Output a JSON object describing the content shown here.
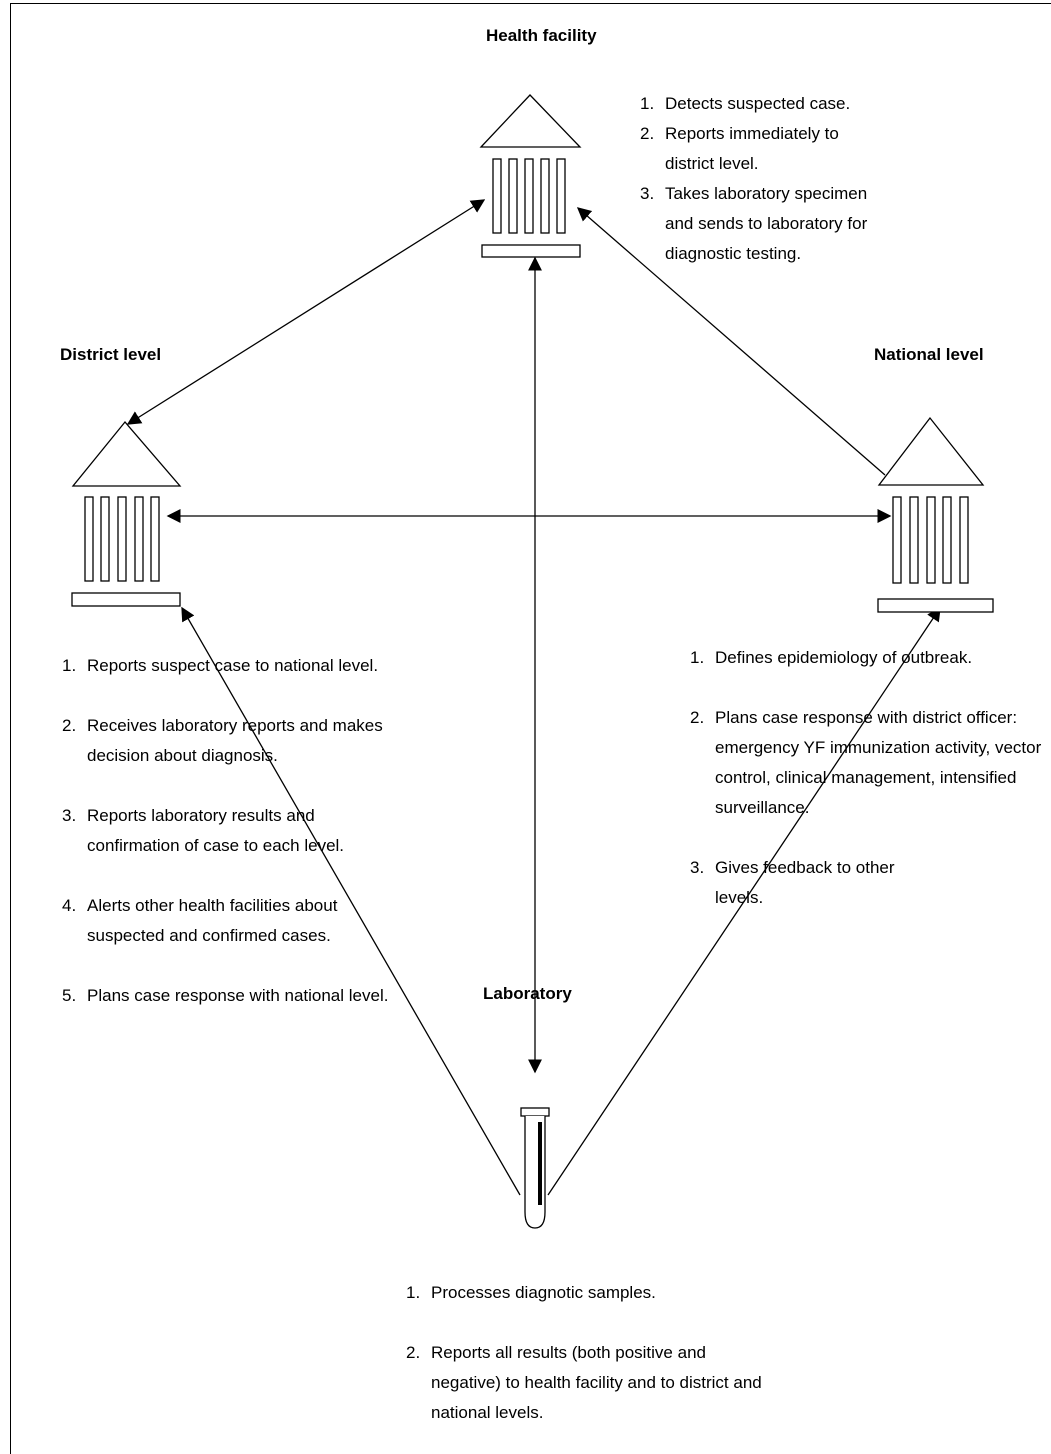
{
  "nodes": {
    "health_facility": {
      "title": "Health facility",
      "icon": "building-icon",
      "steps": [
        "Detects suspected case.",
        "Reports immediately to district level.",
        "Takes laboratory specimen and sends to laboratory for diagnostic testing."
      ]
    },
    "district": {
      "title": "District level",
      "icon": "building-icon",
      "steps": [
        "Reports suspect case to national level.",
        "Receives laboratory reports and makes decision about diagnosis.",
        "Reports laboratory results and confirmation of case to each level.",
        "Alerts other health facilities about suspected and confirmed cases.",
        "Plans case response with national level."
      ]
    },
    "national": {
      "title": "National level",
      "icon": "building-icon",
      "steps": [
        "Defines epidemiology of outbreak.",
        "Plans case response with district officer: emergency YF immunization activity, vector control, clinical management, intensified surveillance.",
        "Gives feedback to other levels."
      ]
    },
    "laboratory": {
      "title": "Laboratory",
      "icon": "test-tube-icon",
      "steps": [
        "Processes diagnotic samples.",
        "Reports all results (both positive and negative) to health facility and to district and national levels."
      ]
    }
  },
  "connections": [
    {
      "from": "district",
      "to": "health_facility",
      "arrows": "both"
    },
    {
      "from": "national",
      "to": "health_facility",
      "arrows": "end"
    },
    {
      "from": "district",
      "to": "national",
      "arrows": "both"
    },
    {
      "from": "laboratory",
      "to": "health_facility",
      "arrows": "both"
    },
    {
      "from": "laboratory",
      "to": "district",
      "arrows": "end"
    },
    {
      "from": "laboratory",
      "to": "national",
      "arrows": "end"
    }
  ]
}
